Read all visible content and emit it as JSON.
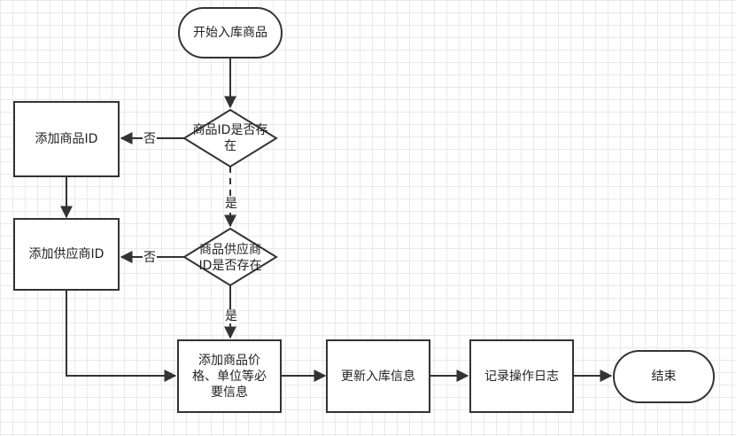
{
  "nodes": {
    "start": "开始入库商品",
    "decision_id": "商品ID是否存在",
    "add_id": "添加商品ID",
    "decision_supplier": "商品供应商ID是否存在",
    "add_supplier": "添加供应商ID",
    "add_price": "添加商品价格、单位等必要信息",
    "update_stock": "更新入库信息",
    "log": "记录操作日志",
    "end": "结束"
  },
  "edge_labels": {
    "no_1": "否",
    "yes_1": "是",
    "no_2": "否",
    "yes_2": "是"
  }
}
